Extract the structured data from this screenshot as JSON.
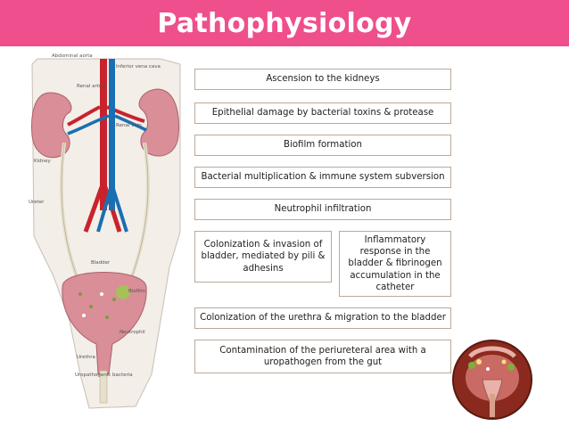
{
  "title": "Pathophysiology",
  "anatomy_labels": {
    "abdominal_aorta": "Abdominal aorta",
    "inferior_vena_cava": "Inferior vena cava",
    "renal_artery": "Renal artery",
    "renal_vein": "Renal vein",
    "kidney": "Kidney",
    "ureter": "Ureter",
    "bladder": "Bladder",
    "biofilm": "Biofilm",
    "neutrophil": "Neutrophil",
    "urethra": "Urethra",
    "uropathogenic_bacteria": "Uropathogenic bacteria"
  },
  "steps": {
    "ascension": "Ascension to the kidneys",
    "epithelial_damage": "Epithelial damage by bacterial toxins & protease",
    "biofilm_formation": "Biofilm formation",
    "multiplication": "Bacterial multiplication & immune system subversion",
    "neutrophil_infiltration": "Neutrophil infiltration",
    "colonization_bladder": "Colonization & invasion of bladder, mediated by pili & adhesins",
    "inflammatory_response": "Inflammatory response in the bladder & fibrinogen accumulation in the catheter",
    "colonization_urethra": "Colonization of the urethra & migration to the bladder",
    "contamination": "Contamination of the periureteral area with a uropathogen from the gut"
  },
  "colors": {
    "banner": "#ef4f8c",
    "box_border": "#b9a99b",
    "artery": "#c8232c",
    "vein": "#1a6fb3",
    "organ": "#d98e98"
  }
}
